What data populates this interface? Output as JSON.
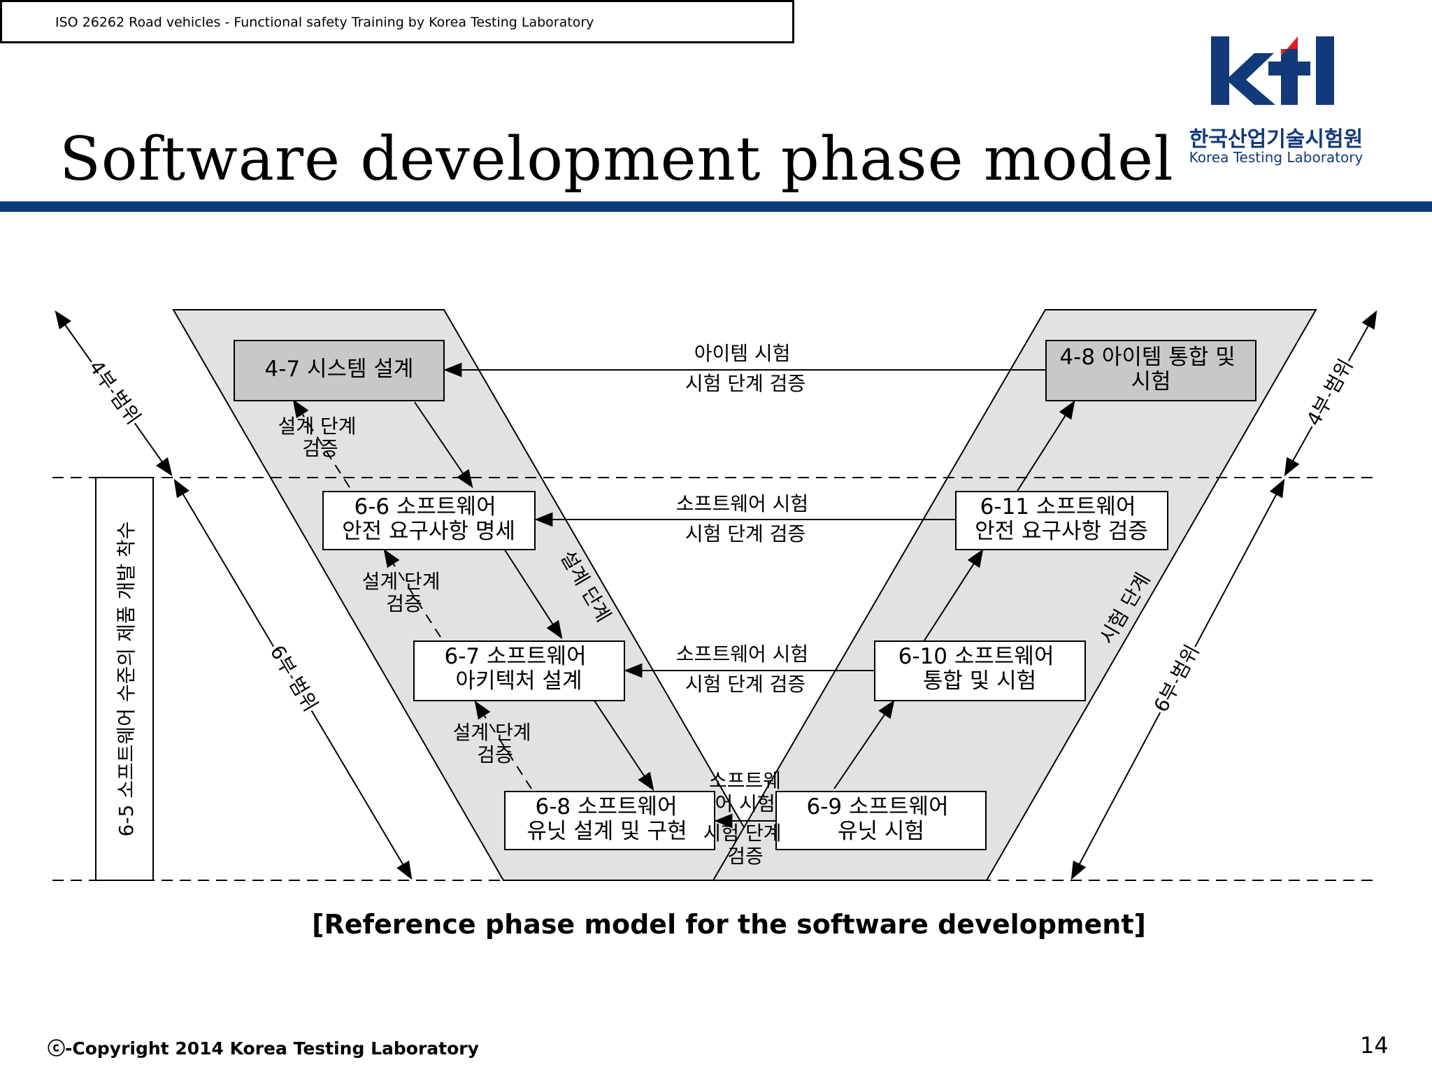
{
  "header": {
    "text": "ISO 26262 Road vehicles - Functional safety Training by Korea Testing Laboratory"
  },
  "title": "Software development phase model",
  "logo": {
    "mark": "ktl",
    "korean": "한국산업기술시험원",
    "english": "Korea Testing Laboratory",
    "brand_color": "#123a7a",
    "accent_color": "#e02020"
  },
  "colors": {
    "rule": "#0a3d78",
    "band": "#e2e1e4",
    "dark_box": "#c8c8c8"
  },
  "diagram": {
    "boxes": {
      "b47": [
        "4-7 시스템 설계"
      ],
      "b48": [
        "4-8 아이템 통합 및",
        "시험"
      ],
      "b66": [
        "6-6 소프트웨어",
        "안전 요구사항 명세"
      ],
      "b611": [
        "6-11 소프트웨어",
        "안전 요구사항 검증"
      ],
      "b67": [
        "6-7 소프트웨어",
        "아키텍처 설계"
      ],
      "b610": [
        "6-10 소프트웨어",
        "통합 및 시험"
      ],
      "b68": [
        "6-8 소프트웨어",
        "유닛 설계 및 구현"
      ],
      "b69": [
        "6-9 소프트웨어",
        "유닛 시험"
      ]
    },
    "links": {
      "l1": [
        "아이템 시험",
        "시험 단계 검증"
      ],
      "l2": [
        "소프트웨어 시험",
        "시험 단계 검증"
      ],
      "l3": [
        "소프트웨어 시험",
        "시험 단계 검증"
      ],
      "l4": [
        "소프트웨",
        "어 시험",
        "시험 단계",
        "검증"
      ]
    },
    "design_verif": {
      "v1": [
        "설계 단계",
        "검증"
      ],
      "v2": [
        "설계 단계",
        "검증"
      ],
      "v3": [
        "설계 단계",
        "검증"
      ]
    },
    "left_band_label": "설계 단계",
    "right_band_label": "시험 단계",
    "part4_left": "4부 범위",
    "part4_right": "4부 범위",
    "part6_left": "6부 범위",
    "part6_right": "6부 범위",
    "side_box": "6-5 소프트웨어 수준의 제품 개발 착수"
  },
  "caption": "[Reference phase model for the software development]",
  "footer": {
    "copyright": "ⓒ-Copyright 2014 Korea Testing Laboratory",
    "page": "14"
  }
}
